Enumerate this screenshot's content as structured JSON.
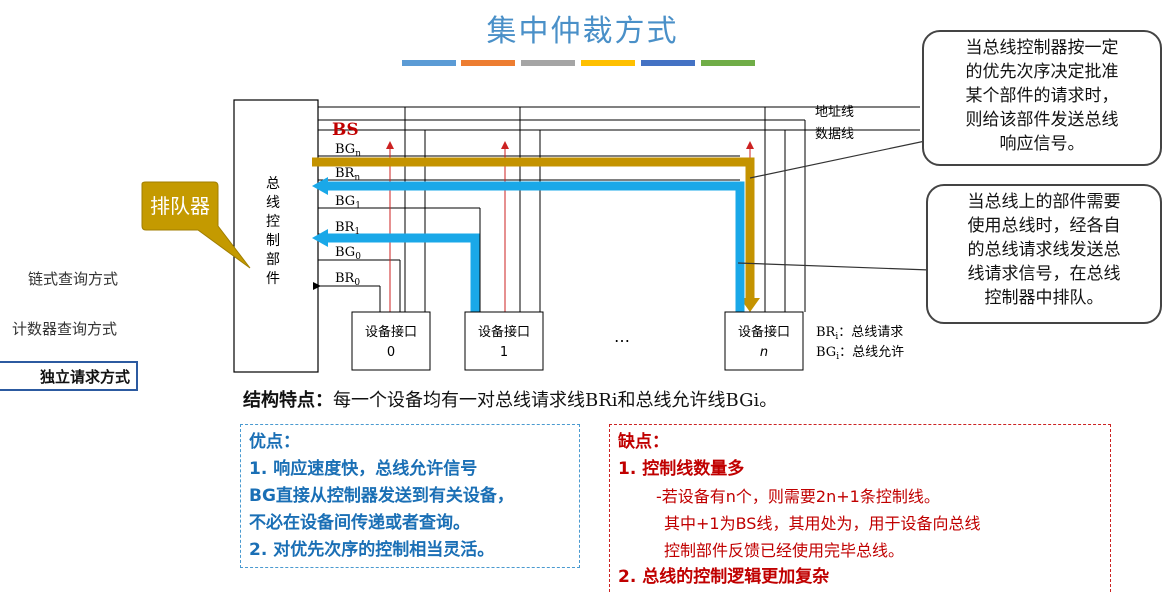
{
  "title": "集中仲裁方式",
  "title_bar_colors": [
    "#5b9bd5",
    "#ed7d31",
    "#a5a5a5",
    "#ffc000",
    "#4472c4",
    "#70ad47"
  ],
  "nav": {
    "items": [
      "链式查询方式",
      "计数器查询方式"
    ],
    "active": "独立请求方式"
  },
  "diagram": {
    "controller_label": [
      "总",
      "线",
      "控",
      "制",
      "部",
      "件"
    ],
    "queue_label": "排队器",
    "bus_labels": {
      "address": "地址线",
      "data": "数据线"
    },
    "line_labels": {
      "bs": "BS",
      "bgn": "BG",
      "bgn_sub": "n",
      "brn": "BR",
      "brn_sub": "n",
      "bg1": "BG",
      "bg1_sub": "1",
      "br1": "BR",
      "br1_sub": "1",
      "bg0": "BG",
      "bg0_sub": "0",
      "br0": "BR",
      "br0_sub": "0"
    },
    "devices": [
      {
        "name": "设备接口",
        "index": "0"
      },
      {
        "name": "设备接口",
        "index": "1"
      },
      {
        "name": "设备接口",
        "index": "n"
      }
    ],
    "ellipsis": "…",
    "legend": {
      "br": "BR",
      "br_sub": "i",
      "br_text": "：总线请求",
      "bg": "BG",
      "bg_sub": "i",
      "bg_text": "：总线允许"
    },
    "colors": {
      "grant_path": "#c49300",
      "request_path": "#1aa8e8",
      "bs_label": "#c00000",
      "queue_box": "#c49a00"
    }
  },
  "callouts": {
    "top": [
      "当总线控制器按一定",
      "的优先次序决定批准",
      "某个部件的请求时，",
      "则给该部件发送总线",
      "响应信号。"
    ],
    "bottom": [
      "当总线上的部件需要",
      "使用总线时，经各自",
      "的总线请求线发送总",
      "线请求信号，在总线",
      "控制器中排队。"
    ]
  },
  "structure": {
    "label": "结构特点：",
    "text": "每一个设备均有一对总线请求线BRi和总线允许线BGi。"
  },
  "pros": {
    "title": "优点：",
    "lines": [
      "1.  响应速度快，总线允许信号",
      "BG直接从控制器发送到有关设备，",
      "不必在设备间传递或者查询。",
      "2.  对优先次序的控制相当灵活。"
    ]
  },
  "cons": {
    "title": "缺点：",
    "point1": "1.  控制线数量多",
    "sub": [
      "-若设备有n个，则需要2n+1条控制线。",
      "其中+1为BS线，其用处为，用于设备向总线",
      "控制部件反馈已经使用完毕总线。"
    ],
    "point2": "2.  总线的控制逻辑更加复杂"
  }
}
